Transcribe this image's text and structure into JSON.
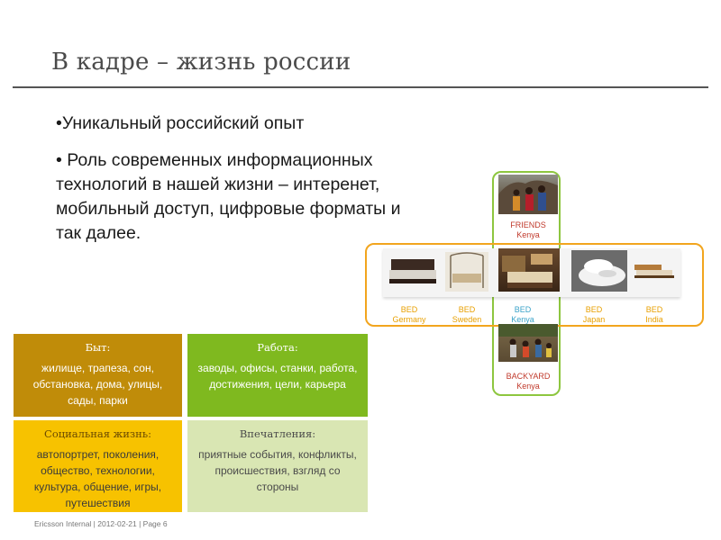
{
  "title": "В кадре – жизнь россии",
  "bullets": [
    "•Уникальный российский опыт",
    "• Роль современных информационных технологий в нашей жизни – интеренет, мобильный доступ, цифровые форматы и так далее."
  ],
  "boxes": {
    "byt": {
      "heading": "Быт:",
      "text": "жилище, трапеза, сон, обстановка, дома, улицы, сады, парки"
    },
    "rabota": {
      "heading": "Работа:",
      "text": "заводы, офисы, станки, работа, достижения, цели, карьера"
    },
    "social": {
      "heading": "Социальная жизнь:",
      "text": "автопортрет, поколения, общество, технологии, культура, общение, игры, путешествия"
    },
    "impressions": {
      "heading": "Впечатления:",
      "text": "приятные события, конфликты, происшествия, взгляд со стороны"
    }
  },
  "footer": "Ericsson Internal | 2012-02-21 | Page 6",
  "diagram": {
    "friends": {
      "l1": "FRIENDS",
      "l2": "Kenya"
    },
    "backyard": {
      "l1": "BACKYARD",
      "l2": "Kenya"
    },
    "beds": [
      {
        "l1": "BED",
        "l2": "Germany"
      },
      {
        "l1": "BED",
        "l2": "Sweden"
      },
      {
        "l1": "BED",
        "l2": "Kenya"
      },
      {
        "l1": "BED",
        "l2": "Japan"
      },
      {
        "l1": "BED",
        "l2": "India"
      }
    ]
  }
}
